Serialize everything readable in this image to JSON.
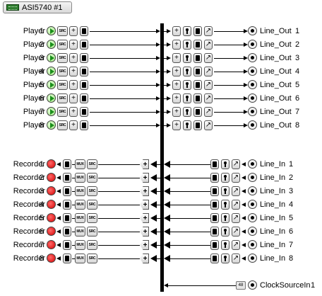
{
  "adapter": {
    "title": "ASI5740 #1",
    "icon": "adapter-card-icon"
  },
  "players": [
    {
      "name": "Player",
      "num": "1"
    },
    {
      "name": "Player",
      "num": "2"
    },
    {
      "name": "Player",
      "num": "3"
    },
    {
      "name": "Player",
      "num": "4"
    },
    {
      "name": "Player",
      "num": "5"
    },
    {
      "name": "Player",
      "num": "6"
    },
    {
      "name": "Player",
      "num": "7"
    },
    {
      "name": "Player",
      "num": "8"
    }
  ],
  "line_outs": [
    {
      "name": "Line_Out",
      "num": "1"
    },
    {
      "name": "Line_Out",
      "num": "2"
    },
    {
      "name": "Line_Out",
      "num": "3"
    },
    {
      "name": "Line_Out",
      "num": "4"
    },
    {
      "name": "Line_Out",
      "num": "5"
    },
    {
      "name": "Line_Out",
      "num": "6"
    },
    {
      "name": "Line_Out",
      "num": "7"
    },
    {
      "name": "Line_Out",
      "num": "8"
    }
  ],
  "recorders": [
    {
      "name": "Recorder",
      "num": "1"
    },
    {
      "name": "Recorder",
      "num": "2"
    },
    {
      "name": "Recorder",
      "num": "3"
    },
    {
      "name": "Recorder",
      "num": "4"
    },
    {
      "name": "Recorder",
      "num": "5"
    },
    {
      "name": "Recorder",
      "num": "6"
    },
    {
      "name": "Recorder",
      "num": "7"
    },
    {
      "name": "Recorder",
      "num": "8"
    }
  ],
  "line_ins": [
    {
      "name": "Line_In",
      "num": "1"
    },
    {
      "name": "Line_In",
      "num": "2"
    },
    {
      "name": "Line_In",
      "num": "3"
    },
    {
      "name": "Line_In",
      "num": "4"
    },
    {
      "name": "Line_In",
      "num": "5"
    },
    {
      "name": "Line_In",
      "num": "6"
    },
    {
      "name": "Line_In",
      "num": "7"
    },
    {
      "name": "Line_In",
      "num": "8"
    }
  ],
  "clock": {
    "name": "ClockSourceIn",
    "num": "1",
    "badge": "48"
  },
  "labels": {
    "src": "SRC",
    "mux": "MUX",
    "plus": "+",
    "arrow": "↗"
  },
  "icons": {
    "play": "play-icon",
    "record": "record-icon",
    "meter": "meter-icon",
    "volume": "volume-icon",
    "mode": "mode-icon",
    "level": "level-icon",
    "port": "port-icon",
    "mixer": "mixer-icon"
  },
  "colors": {
    "play": "#9be27a",
    "record": "#d40000",
    "bus": "#000000"
  }
}
